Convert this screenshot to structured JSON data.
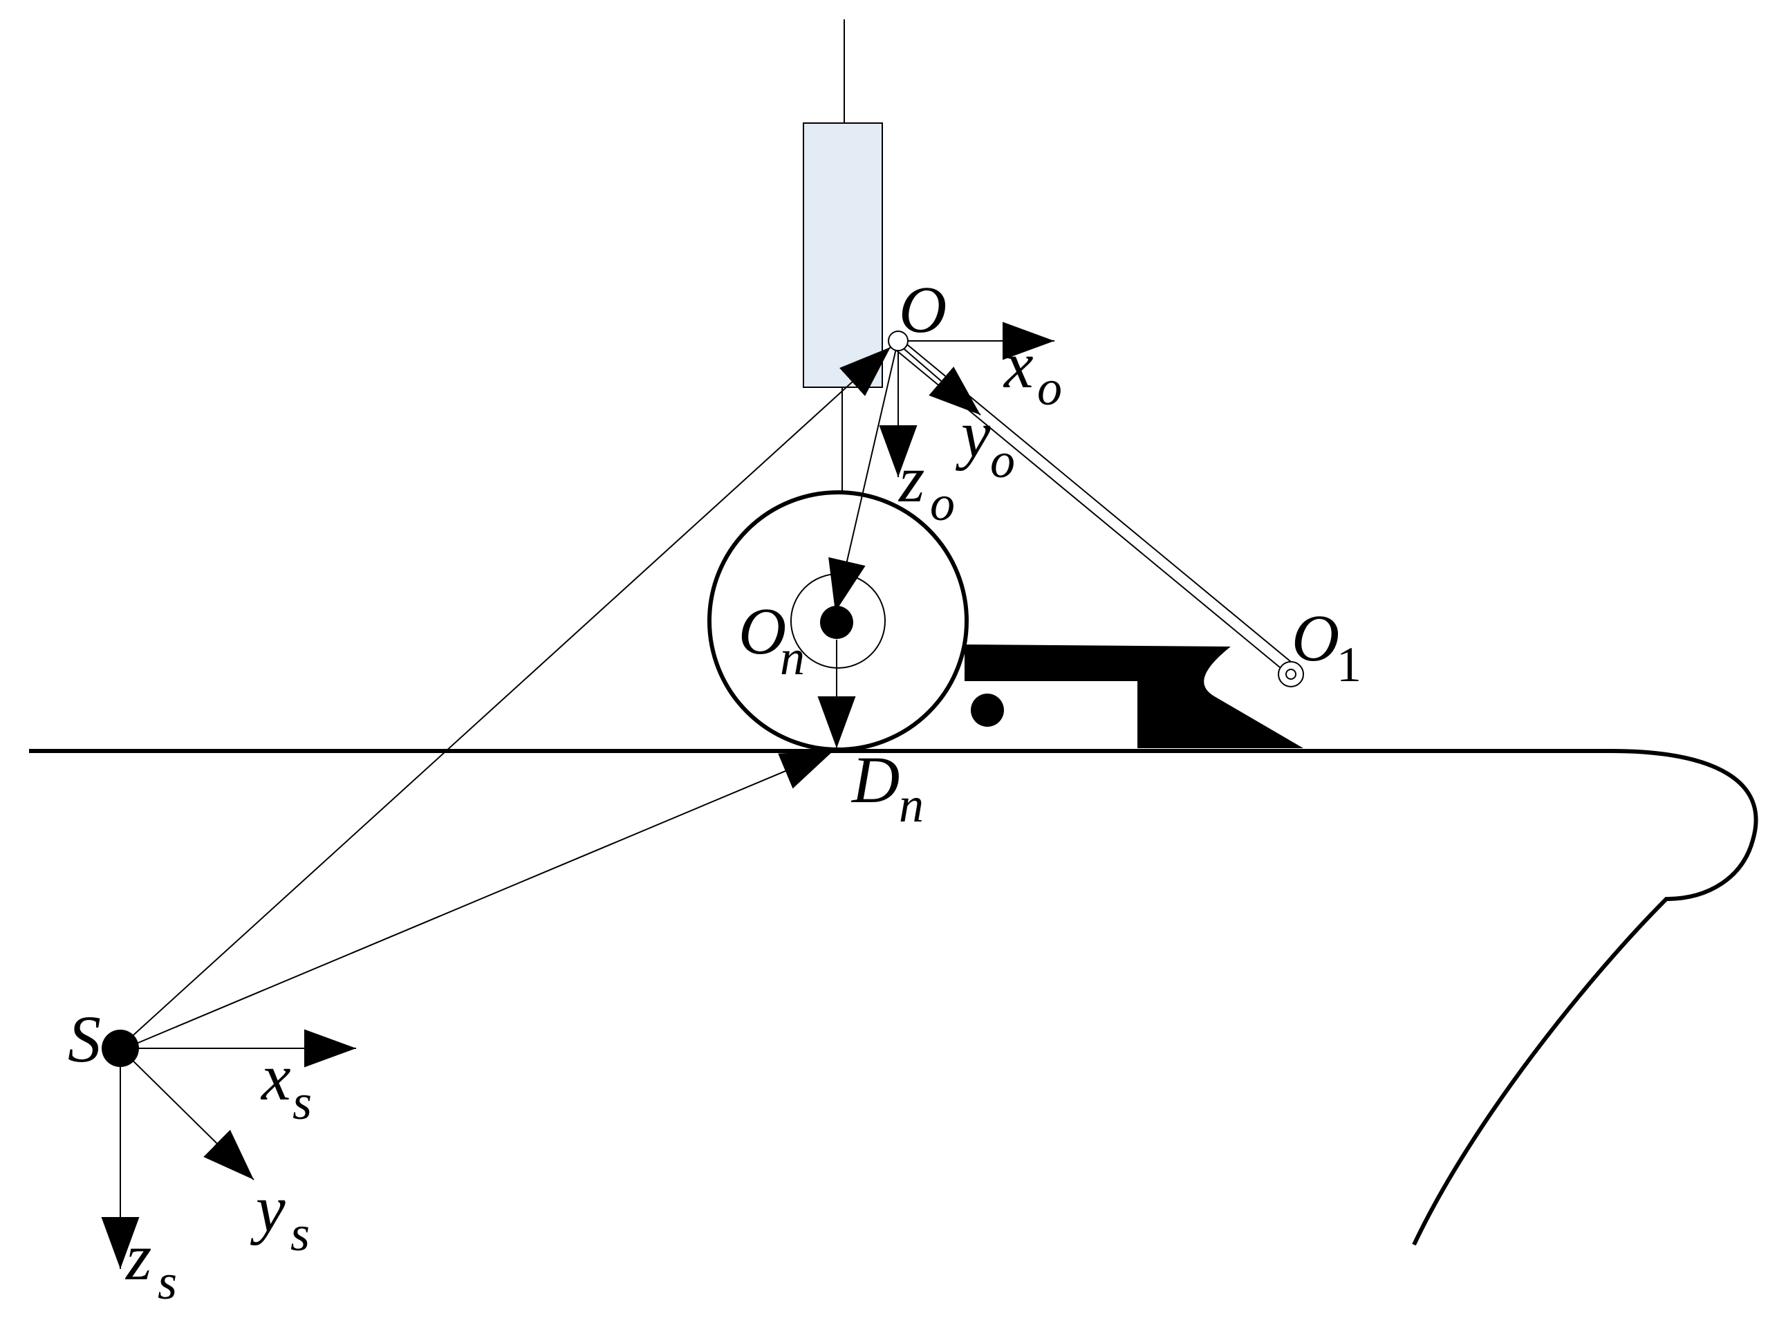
{
  "labels": {
    "origin_O": "O",
    "axis_xo": {
      "main": "x",
      "sub": "o"
    },
    "axis_yo": {
      "main": "y",
      "sub": "o"
    },
    "axis_zo": {
      "main": "z",
      "sub": "o"
    },
    "point_On": {
      "main": "O",
      "sub": "n"
    },
    "point_O1": {
      "main": "O",
      "sub": "1"
    },
    "point_Dn": {
      "main": "D",
      "sub": "n"
    },
    "point_S": "S",
    "axis_xs": {
      "main": "x",
      "sub": "s"
    },
    "axis_ys": {
      "main": "y",
      "sub": "s"
    },
    "axis_zs": {
      "main": "z",
      "sub": "s"
    }
  },
  "colors": {
    "stroke": "#000000",
    "strut_fill": "#e3ebf5",
    "background": "#ffffff"
  }
}
